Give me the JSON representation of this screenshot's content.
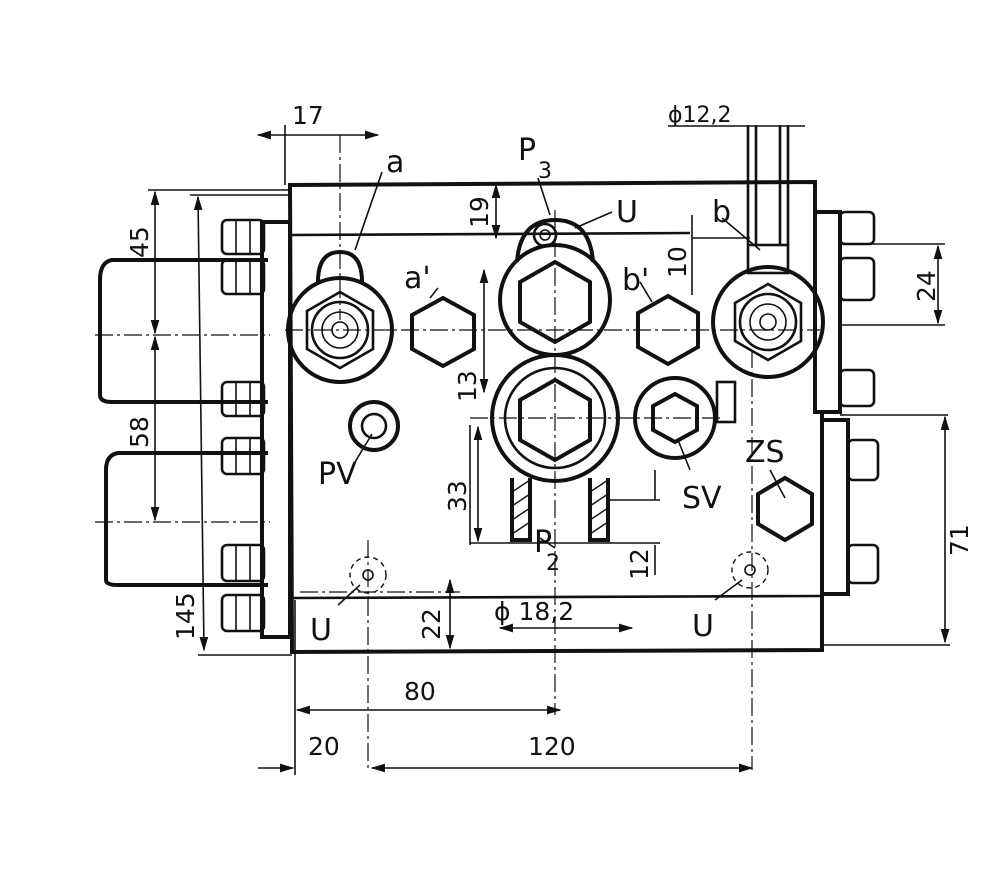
{
  "labels": {
    "a": "a",
    "a_prime": "a'",
    "b": "b",
    "b_prime": "b'",
    "P3": "P",
    "P3_sub": "3",
    "P2": "P",
    "P2_sub": "2",
    "U_top": "U",
    "U_left": "U",
    "U_right": "U",
    "PV": "PV",
    "SV": "SV",
    "ZS": "ZS"
  },
  "dimensions": {
    "d17": "17",
    "d45": "45",
    "d58": "58",
    "d145": "145",
    "d19": "19",
    "d10": "10",
    "d24": "24",
    "d13": "13",
    "d33": "33",
    "d12": "12",
    "d22": "22",
    "d71": "71",
    "d80": "80",
    "d20": "20",
    "d120": "120",
    "phi18": "ϕ 18,2",
    "phi12": "ϕ12,2"
  }
}
